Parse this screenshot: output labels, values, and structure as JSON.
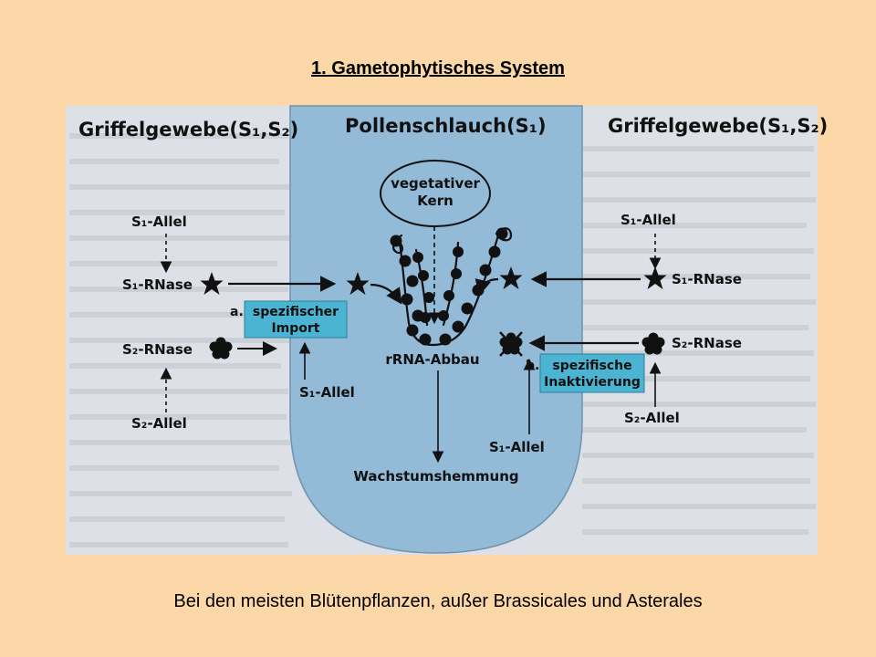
{
  "slide": {
    "title": "1. Gametophytisches System",
    "caption": "Bei den meisten Blütenpflanzen, außer Brassicales und Asterales"
  },
  "diagram": {
    "left_header": "Griffelgewebe(S₁,S₂)",
    "center_header": "Pollenschlauch(S₁)",
    "right_header": "Griffelgewebe(S₁,S₂)",
    "nucleus_line1": "vegetativer",
    "nucleus_line2": "Kern",
    "left": {
      "s1_allele": "S₁-Allel",
      "s1_rnase": "S₁-RNase",
      "s2_rnase": "S₂-RNase",
      "s2_allele": "S₂-Allel"
    },
    "right": {
      "s1_allele": "S₁-Allel",
      "s1_rnase": "S₁-RNase",
      "s2_rnase": "S₂-RNase",
      "s2_allele": "S₂-Allel"
    },
    "box_a_letter": "a.",
    "box_a_line1": "spezifischer",
    "box_a_line2": "Import",
    "box_b_letter": "b.",
    "box_b_line1": "spezifische",
    "box_b_line2": "Inaktivierung",
    "tube_s1_allele_left": "S₁-Allel",
    "tube_s1_allele_right": "S₁-Allel",
    "rrna": "rRNA-Abbau",
    "growth": "Wachstumshemmung"
  },
  "colors": {
    "background": "#fcd8a8",
    "panel": "#dde0e6",
    "tube": "#93bbd8",
    "box": "#4bb4d2"
  }
}
